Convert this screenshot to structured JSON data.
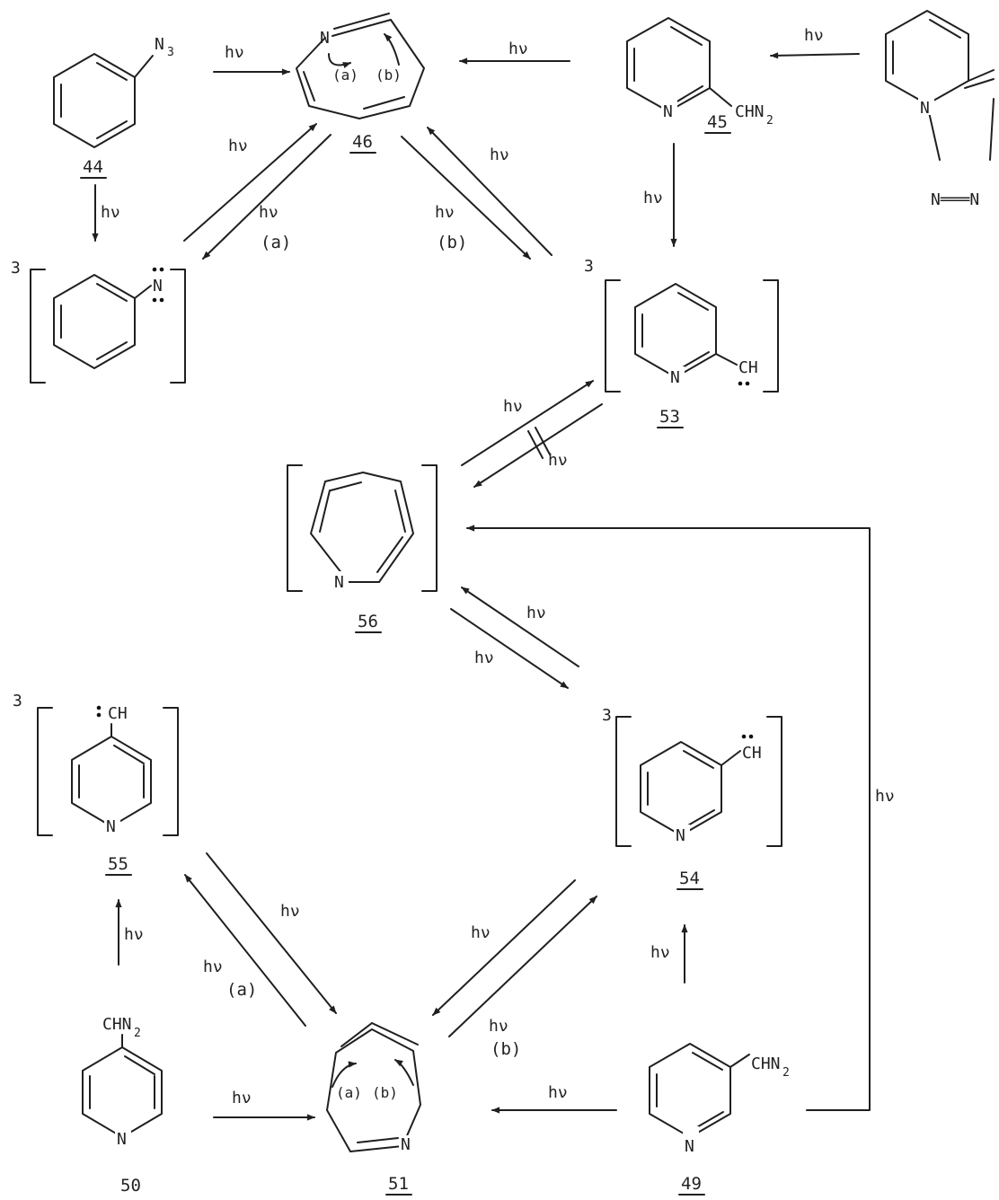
{
  "colors": {
    "ink": "#1f1f1f",
    "background": "#ffffff"
  },
  "atoms": {
    "N": "N",
    "N3": "N",
    "N3_sub": "3",
    "CHN": "CHN",
    "CHN_sub": "2",
    "CH": "CH",
    "NNN": "N═══N"
  },
  "compounds": {
    "c44": "44",
    "c45": "45",
    "c46": "46",
    "c53": "53",
    "c56": "56",
    "c55": "55",
    "c54": "54",
    "c50": "50",
    "c51": "51",
    "c49": "49"
  },
  "triplet": "3",
  "arrows": {
    "hv": "hν",
    "path_a": "(a)",
    "path_b": "(b)"
  }
}
